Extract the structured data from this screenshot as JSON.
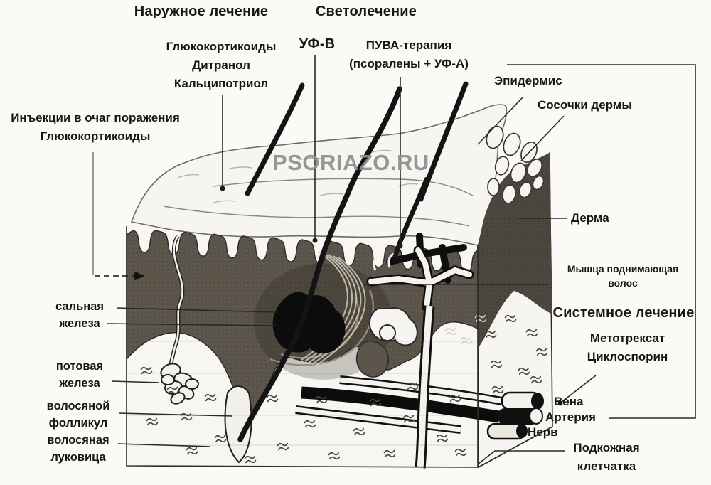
{
  "watermark": "PSORIAZO.RU",
  "colors": {
    "ink": "#161616",
    "dermis": "#5b554b",
    "watermark": "#8f8f8f",
    "paper": "#fbfaf7"
  },
  "treatments": {
    "external": {
      "title": "Наружное лечение",
      "drug1": "Глюкокортикоиды",
      "drug2": "Дитранол",
      "drug3": "Кальципотриол"
    },
    "light": {
      "title": "Светолечение",
      "uvb": "УФ-В",
      "puva1": "ПУВА-терапия",
      "puva2": "(псоралены + УФ-А)"
    },
    "injection": {
      "line1": "Инъекции в очаг поражения",
      "line2": "Глюкокортикоиды"
    },
    "systemic": {
      "title": "Системное лечение",
      "drug1": "Метотрексат",
      "drug2": "Циклоспорин"
    }
  },
  "anatomy": {
    "epidermis": "Эпидермис",
    "papillae": "Сосочки дермы",
    "derma": "Дерма",
    "muscle1": "Мышца поднимающая",
    "muscle2": "волос",
    "sebaceous1": "сальная",
    "sebaceous2": "железа",
    "sweat1": "потовая",
    "sweat2": "железа",
    "follicle1": "волосяной",
    "follicle2": "фолликул",
    "bulb1": "волосяная",
    "bulb2": "луковица",
    "vein": "Вена",
    "artery": "Артерия",
    "nerve": "Нерв",
    "subcutis1": "Подкожная",
    "subcutis2": "клетчатка"
  }
}
